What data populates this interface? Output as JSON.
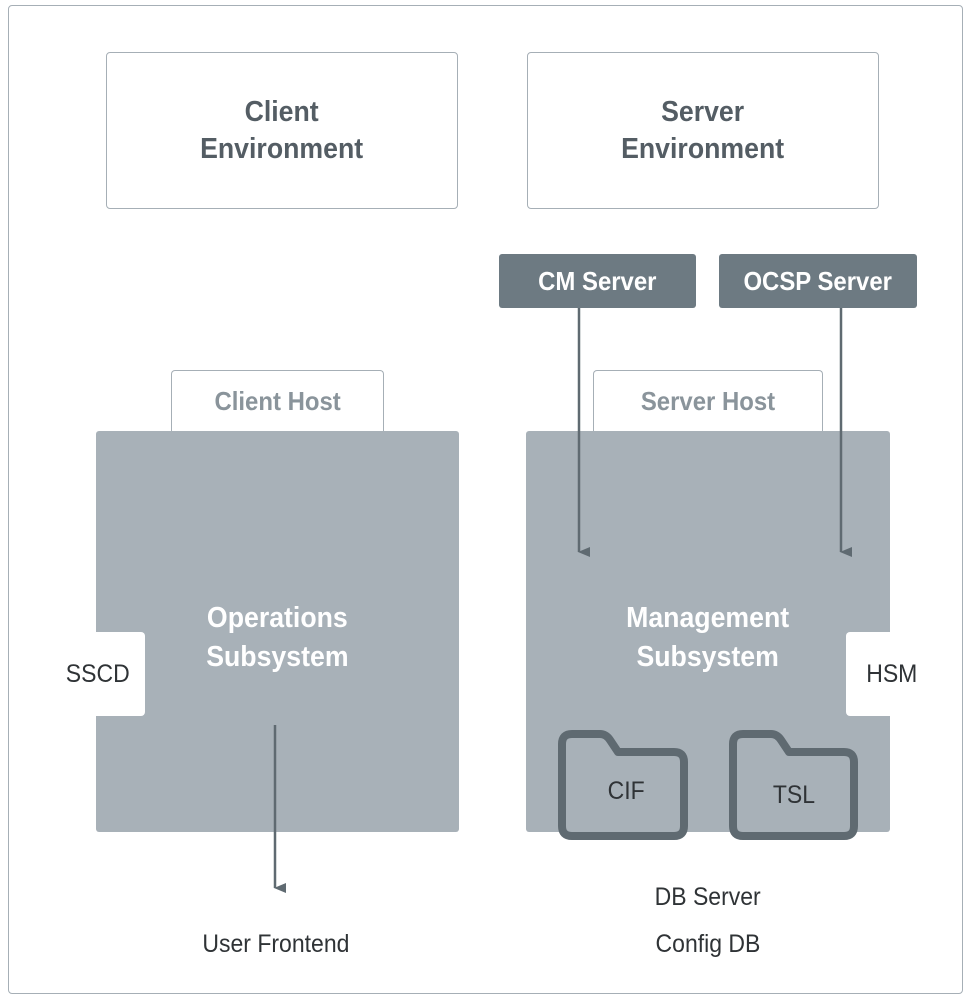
{
  "environments": {
    "client": "Client\nEnvironment",
    "server": "Server\nEnvironment"
  },
  "servers": {
    "cm": "CM Server",
    "ocsp": "OCSP Server"
  },
  "hosts": {
    "client": "Client Host",
    "server": "Server Host"
  },
  "subsystems": {
    "operations": "Operations\nSubsystem",
    "management": "Management\nSubsystem"
  },
  "peripherals": {
    "sscd": "SSCD",
    "hsm": "HSM"
  },
  "folders": {
    "cif": "CIF",
    "tsl": "TSL"
  },
  "labels": {
    "user_frontend": "User Frontend",
    "db_server": "DB Server",
    "config_db": "Config DB"
  },
  "colors": {
    "subsystem_fill": "#a8b1b8",
    "server_tag_fill": "#6d7a82",
    "border": "#a6afb6",
    "arrow": "#5f6a71",
    "folder_stroke": "#5f6a71"
  }
}
